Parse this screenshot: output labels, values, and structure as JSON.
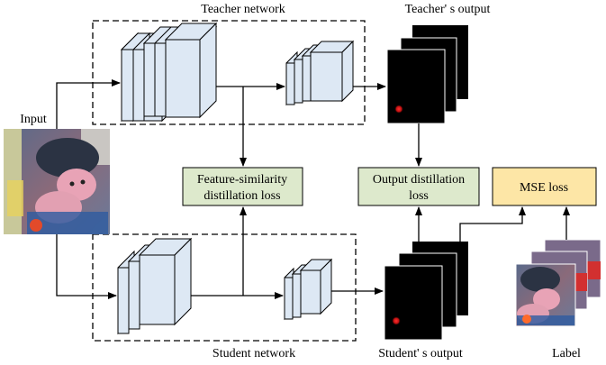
{
  "labels": {
    "teacher_network": "Teacher network",
    "teacher_output": "Teacher' s output",
    "student_network": "Student network",
    "student_output": "Student' s output",
    "input": "Input",
    "label": "Label"
  },
  "loss_boxes": {
    "feature": {
      "line1": "Feature-similarity",
      "line2": "distillation loss"
    },
    "output": {
      "line1": "Output distillation",
      "line2": "loss"
    },
    "mse": {
      "line1": "MSE loss"
    }
  },
  "colors": {
    "layer_fill": "#dde8f4",
    "loss_box_green": "#dde9cc",
    "loss_box_yellow": "#fde6a6",
    "heatmap_bg": "#000000",
    "heatmap_dot": "#e0191b"
  }
}
